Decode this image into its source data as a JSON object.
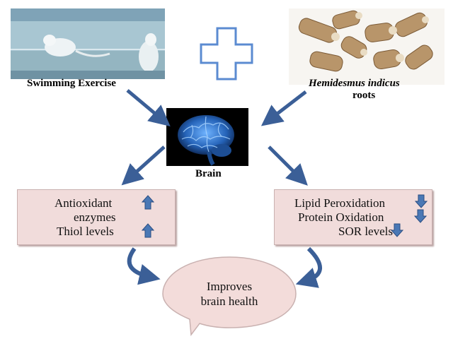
{
  "inputs": {
    "swimming_caption": "Swimming Exercise",
    "roots_caption_species": "Hemidesmus indicus",
    "roots_caption_part": "roots"
  },
  "organ": {
    "label": "Brain"
  },
  "left_effects": {
    "lines": [
      "Antioxidant",
      "enzymes",
      "Thiol levels"
    ],
    "direction": "increase"
  },
  "right_effects": {
    "lines": [
      "Lipid Peroxidation",
      "Protein Oxidation",
      "SOR levels"
    ],
    "direction": "decrease"
  },
  "outcome": {
    "lines": [
      "Improves",
      "brain health"
    ]
  },
  "colors": {
    "arrow": "#3b5f97",
    "box_fill": "#f1dcdb",
    "bubble_fill": "#f3dcda",
    "plus_outline": "#5b8bd1",
    "brain_glow": "#3f86d8"
  },
  "icons": {
    "combine": "plus-icon",
    "increase": "up-arrow-icon",
    "decrease": "down-arrow-icon"
  }
}
